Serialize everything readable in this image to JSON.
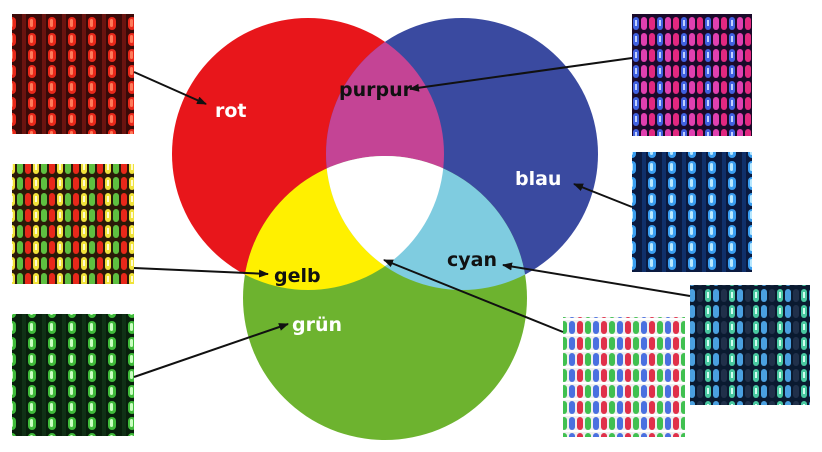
{
  "labels": {
    "red": "rot",
    "magenta": "purpur",
    "blue": "blau",
    "yellow": "gelb",
    "cyan": "cyan",
    "green": "grün"
  },
  "colors": {
    "red": "#e8161b",
    "green": "#6db32f",
    "blue": "#3a4aa0",
    "yellow": "#fff000",
    "magenta": "#c44495",
    "cyan": "#7fcce0",
    "white": "#ffffff",
    "arrow": "#111111"
  },
  "icons": {
    "photo_red": "subpixel-photo-red",
    "photo_yellow": "subpixel-photo-yellow",
    "photo_green": "subpixel-photo-green",
    "photo_magenta": "subpixel-photo-magenta",
    "photo_blue": "subpixel-photo-blue",
    "photo_cyan": "subpixel-photo-cyan",
    "photo_white": "subpixel-photo-white"
  }
}
